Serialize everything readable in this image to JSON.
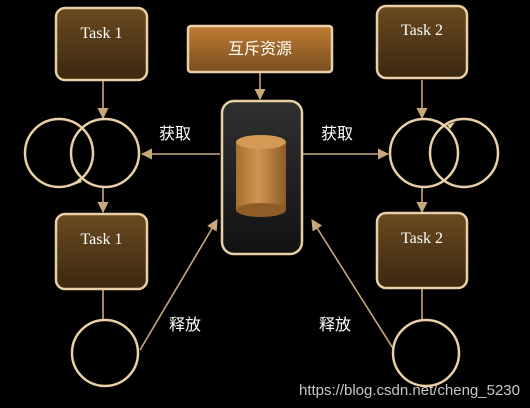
{
  "diagram": {
    "mutex_title": "互斥资源",
    "left_top_task": "Task 1",
    "left_bottom_task": "Task 1",
    "right_top_task": "Task 2",
    "right_bottom_task": "Task 2",
    "left_acquire_label": "获取",
    "right_acquire_label": "获取",
    "left_release_label": "释放",
    "right_release_label": "释放"
  },
  "watermark": {
    "text": "https://blog.csdn.net/cheng_5230"
  },
  "colors": {
    "background": "#000000",
    "task_fill_top": "#6b4a20",
    "task_fill_bottom": "#3a2810",
    "border": "#e8cfa6",
    "line": "#c8a77a",
    "cylinder": "#c58a46"
  }
}
